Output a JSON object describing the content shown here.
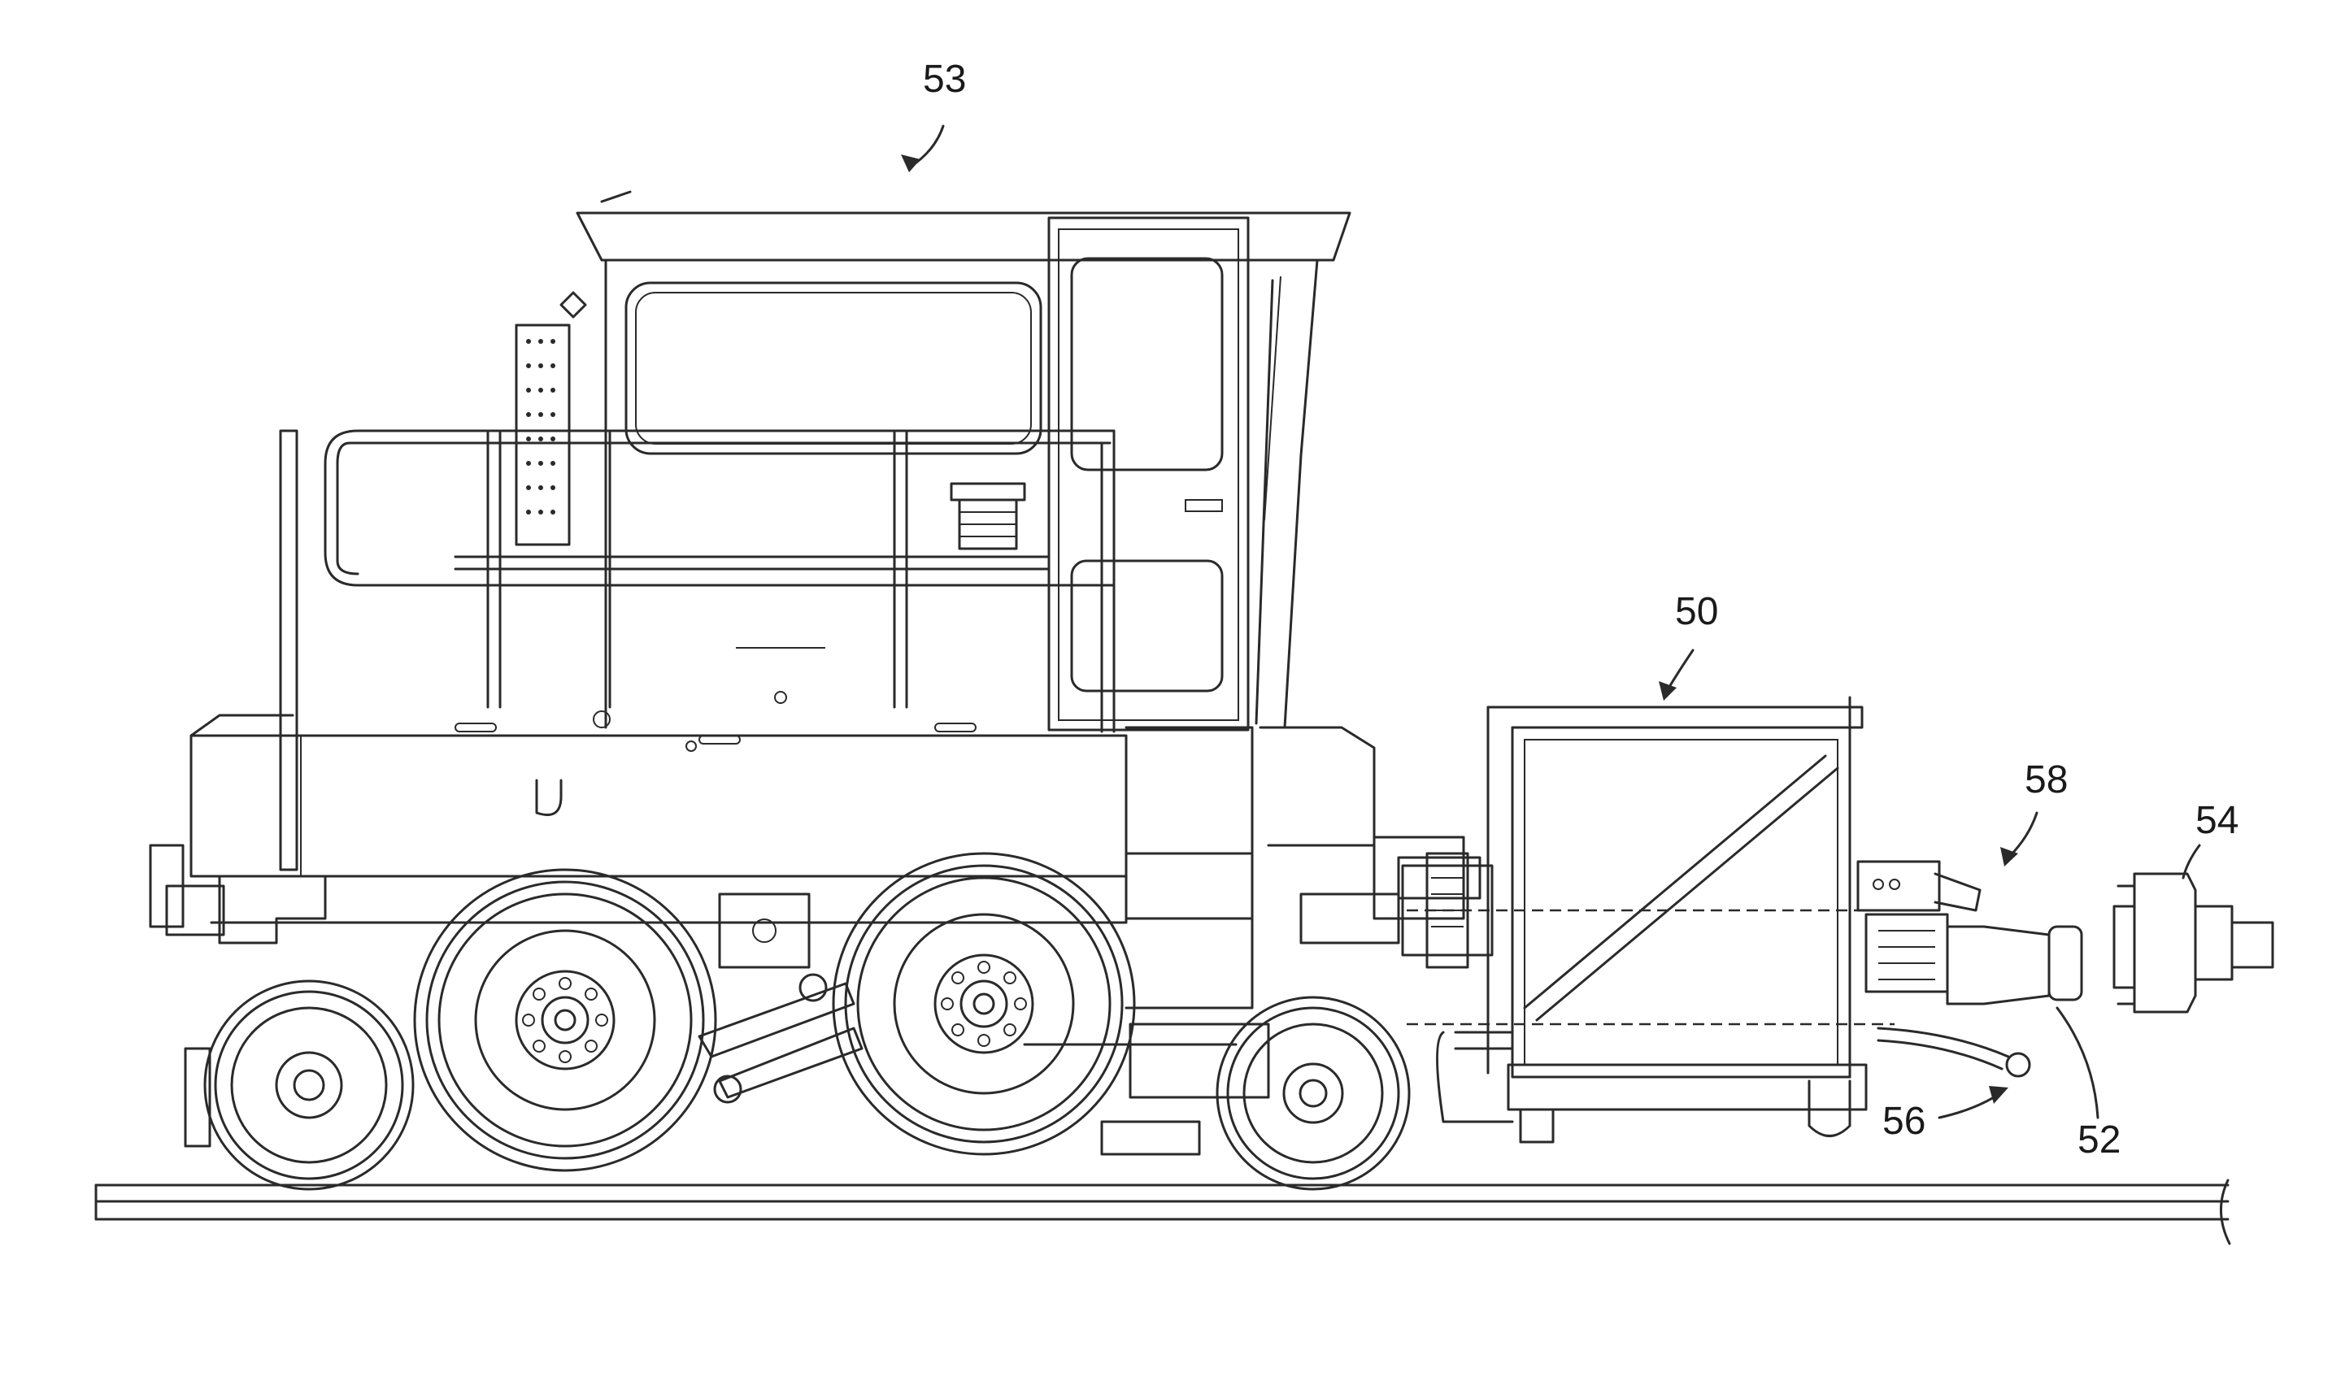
{
  "figure": {
    "reference_numerals": {
      "cab_vehicle": "53",
      "carrier_frame": "50",
      "coupler_lift": "58",
      "knuckle_coupler": "54",
      "hose_assembly": "56",
      "drawbar": "52"
    }
  }
}
